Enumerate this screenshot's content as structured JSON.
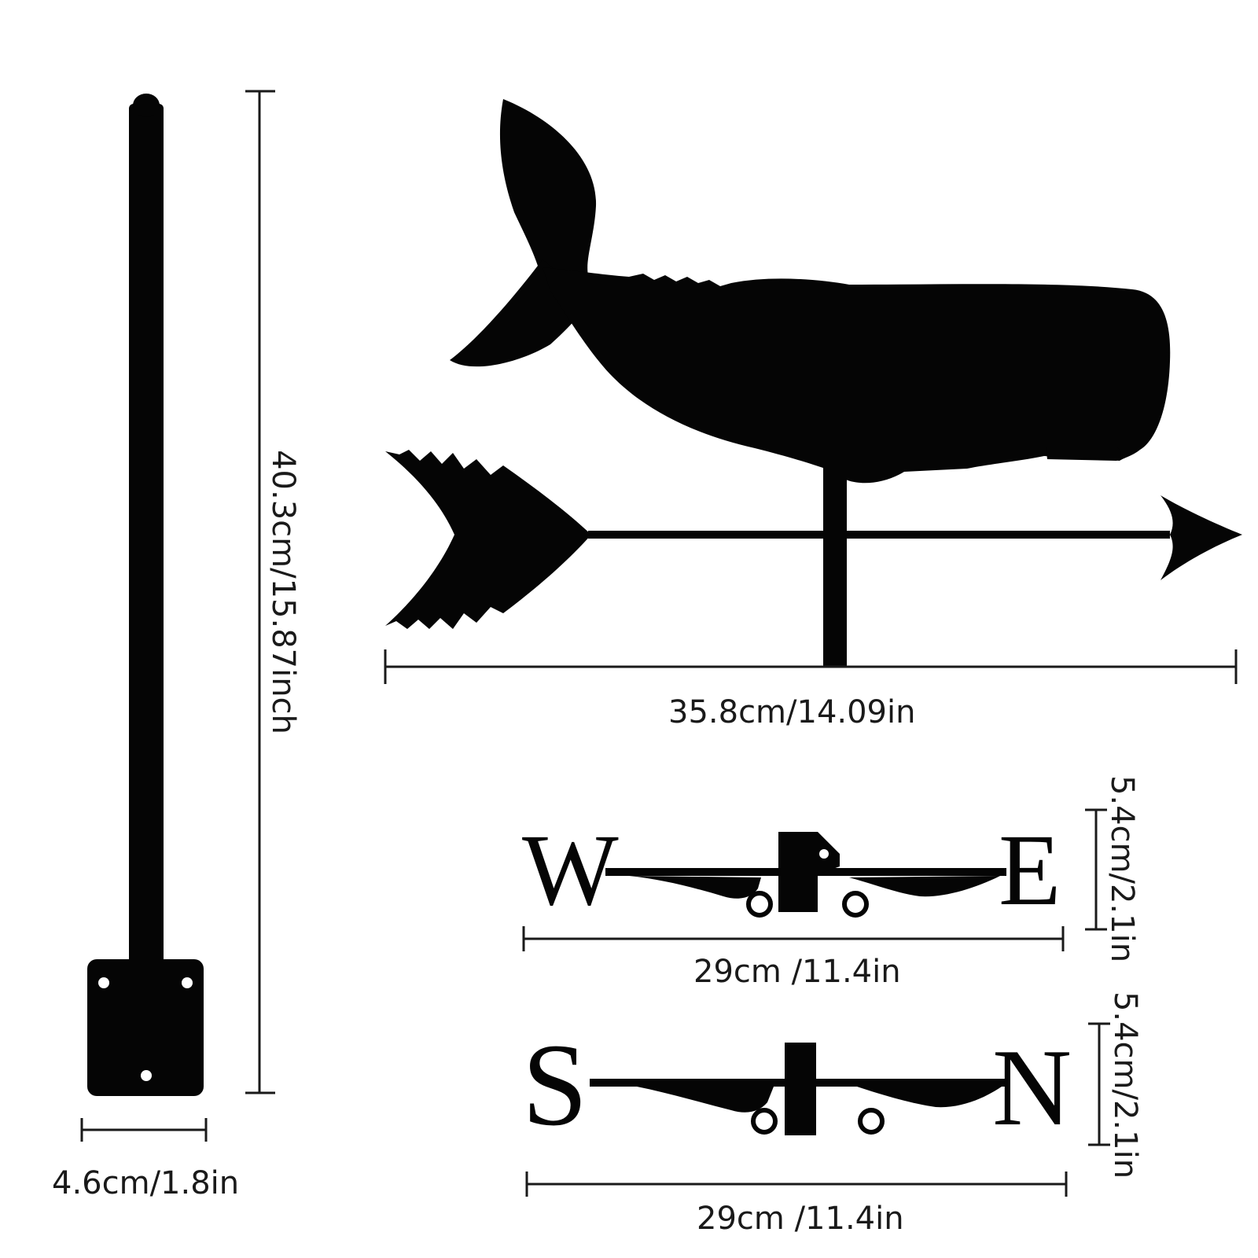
{
  "dimensions": {
    "pole_height": "40.3cm/15.87inch",
    "pole_base_width": "4.6cm/1.8in",
    "vane_width": "35.8cm/14.09in",
    "we_width": "29cm /11.4in",
    "we_height": "5.4cm/2.1in",
    "sn_width": "29cm /11.4in",
    "sn_height": "5.4cm/2.1in"
  },
  "letters": {
    "west": "W",
    "east": "E",
    "south": "S",
    "north": "N"
  },
  "colors": {
    "silhouette": "#050505",
    "dimension_line": "#1a1a1a",
    "background": "#ffffff"
  }
}
